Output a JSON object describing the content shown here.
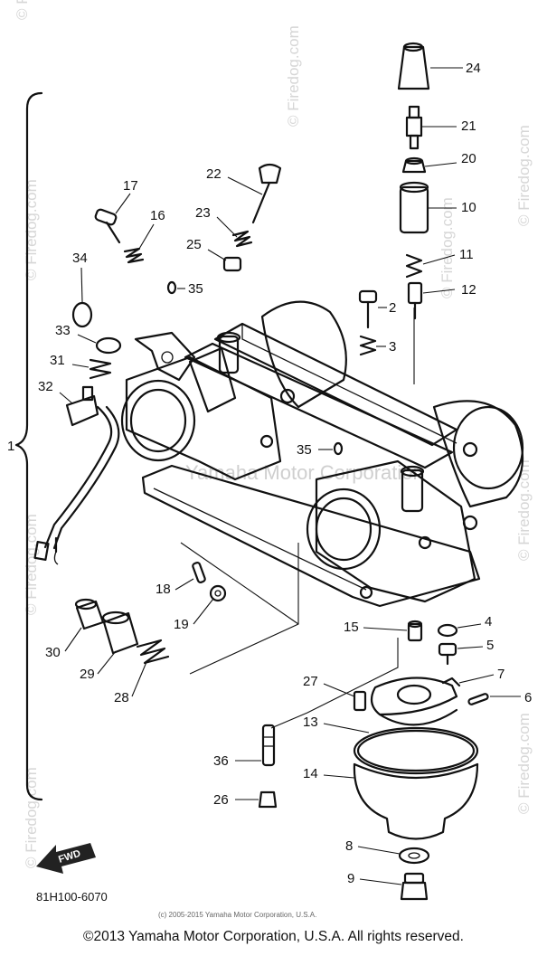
{
  "watermark": {
    "site": "© Firedog.com",
    "maker": "Yamaha Motor Corporation"
  },
  "fwd_label": "FWD",
  "diagram_code": "81H100-6070",
  "small_copyright": "(c) 2005-2015 Yamaha Motor Corporation, U.S.A.",
  "copyright": "©2013 Yamaha Motor Corporation, U.S.A. All rights reserved.",
  "callouts": {
    "c1": "1",
    "c2": "2",
    "c3": "3",
    "c4": "4",
    "c5": "5",
    "c6": "6",
    "c7": "7",
    "c8": "8",
    "c9": "9",
    "c10": "10",
    "c11": "11",
    "c12": "12",
    "c13": "13",
    "c14": "14",
    "c15": "15",
    "c16": "16",
    "c17": "17",
    "c18": "18",
    "c19": "19",
    "c20": "20",
    "c21": "21",
    "c22": "22",
    "c23": "23",
    "c24": "24",
    "c25": "25",
    "c26": "26",
    "c27": "27",
    "c28": "28",
    "c29": "29",
    "c30": "30",
    "c31": "31",
    "c32": "32",
    "c33": "33",
    "c34": "34",
    "c35a": "35",
    "c35b": "35",
    "c36": "36"
  }
}
